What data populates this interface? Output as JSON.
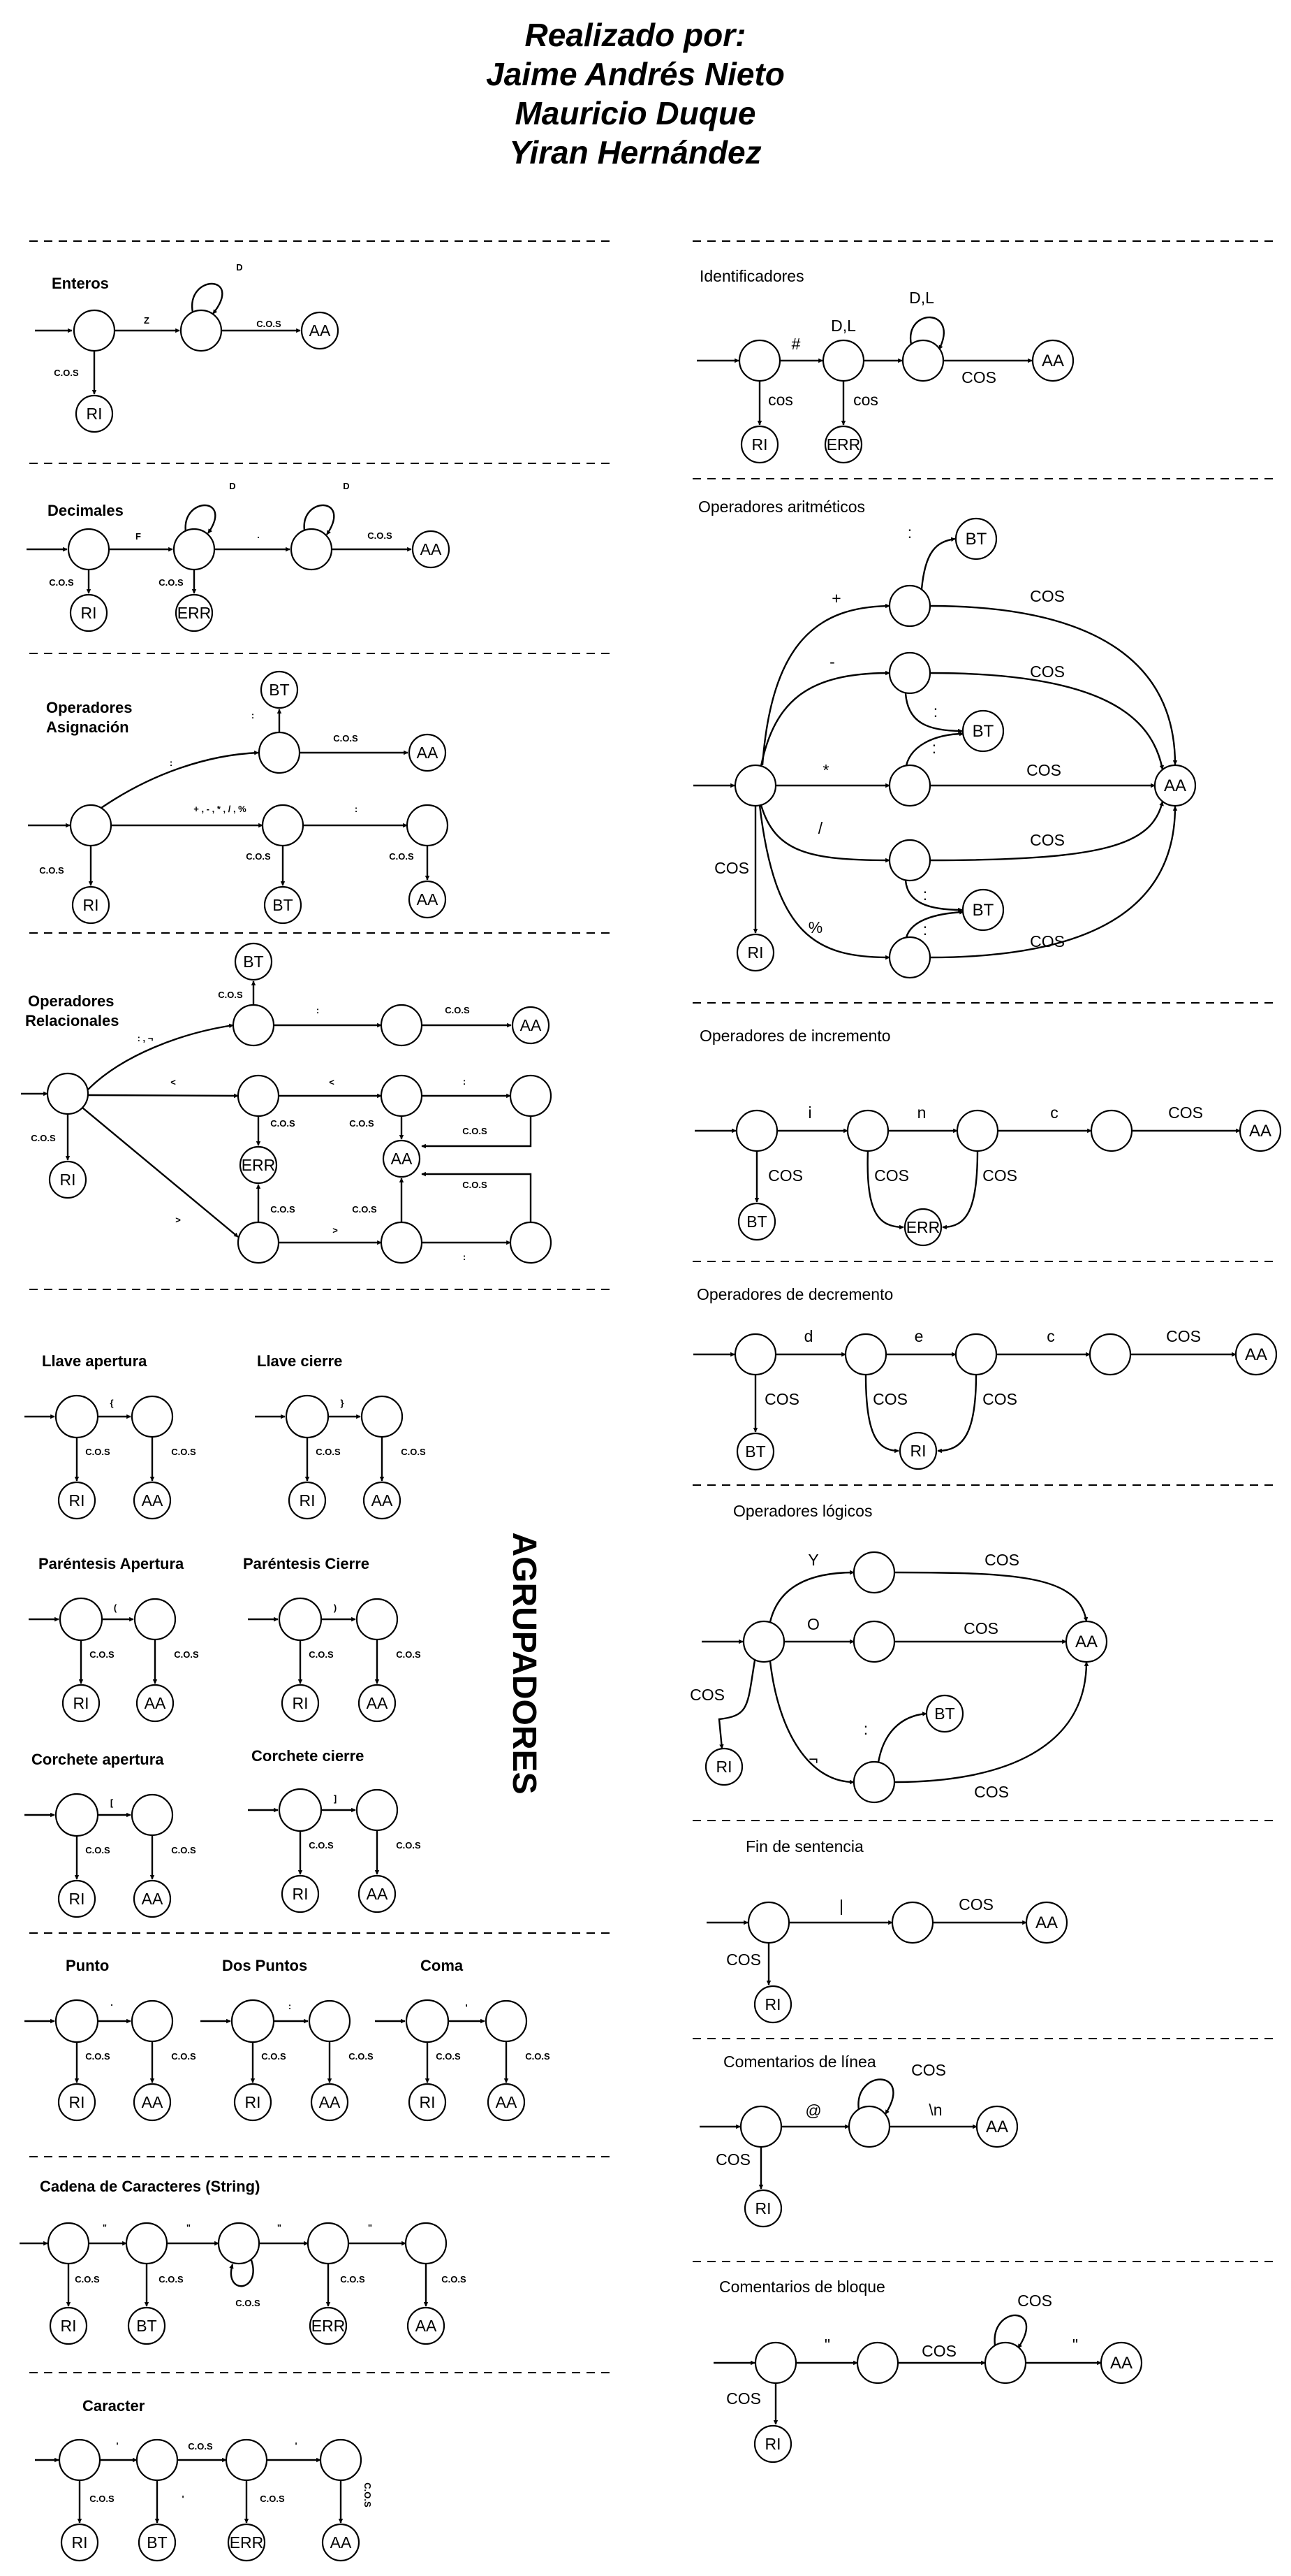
{
  "header": {
    "lines": [
      "Realizado por:",
      "Jaime Andrés Nieto",
      "Mauricio Duque",
      "Yiran Hernández"
    ]
  },
  "side_title": "AGRUPADORES",
  "sections": {
    "enteros": "Enteros",
    "decimales": "Decimales",
    "op_asignacion": [
      "Operadores",
      "Asignación"
    ],
    "op_relacionales": [
      "Operadores",
      "Relacionales"
    ],
    "llave_apertura": "Llave apertura",
    "llave_cierre": "Llave cierre",
    "paren_apertura": "Paréntesis Apertura",
    "paren_cierre": "Paréntesis Cierre",
    "corchete_apertura": "Corchete apertura",
    "corchete_cierre": "Corchete cierre",
    "punto": "Punto",
    "dos_puntos": "Dos Puntos",
    "coma": "Coma",
    "cadena": "Cadena de Caracteres (String)",
    "caracter": "Caracter",
    "identificadores": "Identificadores",
    "op_aritmeticos": "Operadores aritméticos",
    "op_incremento": "Operadores de incremento",
    "op_decremento": "Operadores de decremento",
    "op_logicos": "Operadores lógicos",
    "fin_sentencia": "Fin de sentencia",
    "com_linea": "Comentarios de línea",
    "com_bloque": "Comentarios de bloque"
  },
  "state_names": {
    "rejected": "RI",
    "accepted": "AA",
    "error": "ERR",
    "backtrack": "BT"
  },
  "edge_labels": {
    "cos_small": "C.O.S",
    "cos": "COS",
    "cos_lower": "cos",
    "digit": "D",
    "digit_nonzero": "Z",
    "frac_sep": "F",
    "dot": ".",
    "colon": ":",
    "arith_ops": "+ , - , * , / , %",
    "rel_start": ": , ¬",
    "lt": "<",
    "gt": ">",
    "lbrace": "{",
    "rbrace": "}",
    "lparen": "(",
    "rparen": ")",
    "lbracket": "[",
    "rbracket": "]",
    "comma": ",",
    "dquote": "\"",
    "squote": "'",
    "hash": "#",
    "digit_letter": "D,L",
    "plus": "+",
    "minus": "-",
    "times": "*",
    "slash": "/",
    "percent": "%",
    "i": "i",
    "n": "n",
    "c": "c",
    "d": "d",
    "e": "e",
    "y": "Y",
    "o": "O",
    "not": "¬",
    "pipe": "|",
    "at": "@",
    "newline": "\\n"
  }
}
